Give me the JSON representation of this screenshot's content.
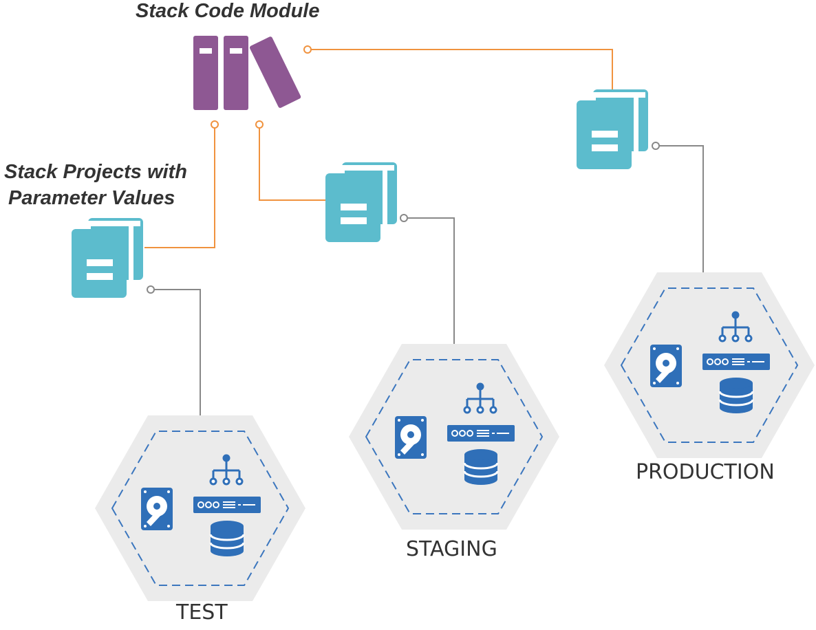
{
  "labels": {
    "module": "Stack Code Module",
    "projects_line1": "Stack Projects with",
    "projects_line2": "Parameter Values"
  },
  "environments": [
    {
      "label": "TEST"
    },
    {
      "label": "STAGING"
    },
    {
      "label": "PRODUCTION"
    }
  ],
  "colors": {
    "module_purple": "#8e5893",
    "project_teal": "#5cbccd",
    "module_link_orange": "#f0923e",
    "env_link_gray": "#888888",
    "hex_fill": "#ebebeb",
    "hex_dash_blue": "#3b76be",
    "resource_blue": "#2f6fb8",
    "text": "#333333"
  },
  "icons": [
    "books-icon",
    "documents-icon",
    "hard-drive-icon",
    "network-icon",
    "server-icon",
    "database-icon"
  ]
}
